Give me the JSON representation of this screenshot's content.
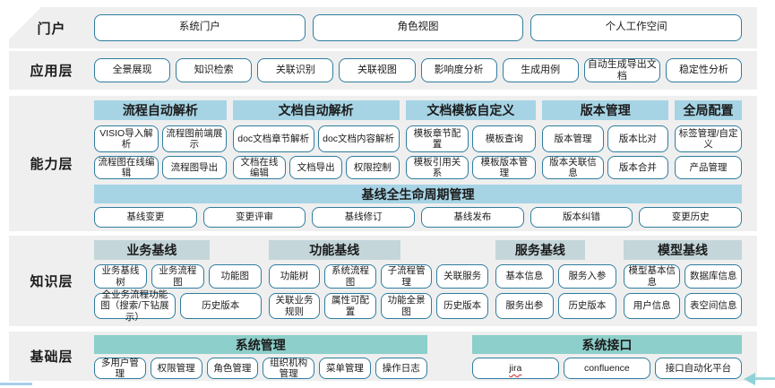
{
  "colors": {
    "row_background": "#efefef",
    "node_border": "#2f7d9e",
    "header_light_blue": "#a6d4e5",
    "header_gray_teal": "#c4d6da",
    "header_teal": "#8ccfcb",
    "jira_underline": "#d33a3a",
    "arrow_decoration": "#8ed1d6"
  },
  "layers": {
    "portal": {
      "label": "门户",
      "items": [
        "系统门户",
        "角色视图",
        "个人工作空间"
      ]
    },
    "application": {
      "label": "应用层",
      "items": [
        "全景展现",
        "知识检索",
        "关联识别",
        "关联视图",
        "影响度分析",
        "生成用例",
        "自动生成导出文档",
        "稳定性分析"
      ]
    },
    "capability": {
      "label": "能力层",
      "columns": [
        {
          "header": "流程自动解析",
          "row1": [
            "VISIO导入解析",
            "流程图前端展示"
          ],
          "row2": [
            "流程图在线编辑",
            "流程图导出"
          ]
        },
        {
          "header": "文档自动解析",
          "row1": [
            "doc文档章节解析",
            "doc文档内容解析"
          ],
          "row2": [
            "文档在线编辑",
            "文档导出",
            "权限控制"
          ]
        },
        {
          "header": "文档模板自定义",
          "row1": [
            "模板章节配置",
            "模板查询"
          ],
          "row2": [
            "模板引用关系",
            "模板版本管理"
          ]
        },
        {
          "header": "版本管理",
          "row1": [
            "版本管理",
            "版本比对"
          ],
          "row2": [
            "版本关联信息",
            "版本合并"
          ]
        },
        {
          "header": "全局配置",
          "row1": [
            "标签管理/自定义"
          ],
          "row2": [
            "产品管理"
          ]
        }
      ],
      "baseline": {
        "header": "基线全生命周期管理",
        "items": [
          "基线变更",
          "变更评审",
          "基线修订",
          "基线发布",
          "版本纠错",
          "变更历史"
        ]
      }
    },
    "knowledge": {
      "label": "知识层",
      "columns": [
        {
          "header": "业务基线",
          "row1": [
            "业务基线树",
            "业务流程图",
            "功能图"
          ],
          "row2": [
            "全业务流程功能图（搜索/下钻展示）",
            "历史版本"
          ]
        },
        {
          "header": "功能基线",
          "row1": [
            "功能树",
            "系统流程图",
            "子流程管理",
            "关联服务"
          ],
          "row2": [
            "关联业务规则",
            "属性可配置",
            "功能全景图",
            "历史版本"
          ]
        },
        {
          "header": "服务基线",
          "row1": [
            "基本信息",
            "服务入参"
          ],
          "row2": [
            "服务出参",
            "历史版本"
          ]
        },
        {
          "header": "模型基线",
          "row1": [
            "模型基本信息",
            "数据库信息"
          ],
          "row2": [
            "用户信息",
            "表空间信息"
          ]
        }
      ]
    },
    "foundation": {
      "label": "基础层",
      "groups": [
        {
          "header": "系统管理",
          "items": [
            "多用户管理",
            "权限管理",
            "角色管理",
            "组织机构管理",
            "菜单管理",
            "操作日志"
          ]
        },
        {
          "header": "系统接口",
          "items": [
            "jira",
            "confluence",
            "接口自动化平台"
          ]
        }
      ]
    }
  }
}
